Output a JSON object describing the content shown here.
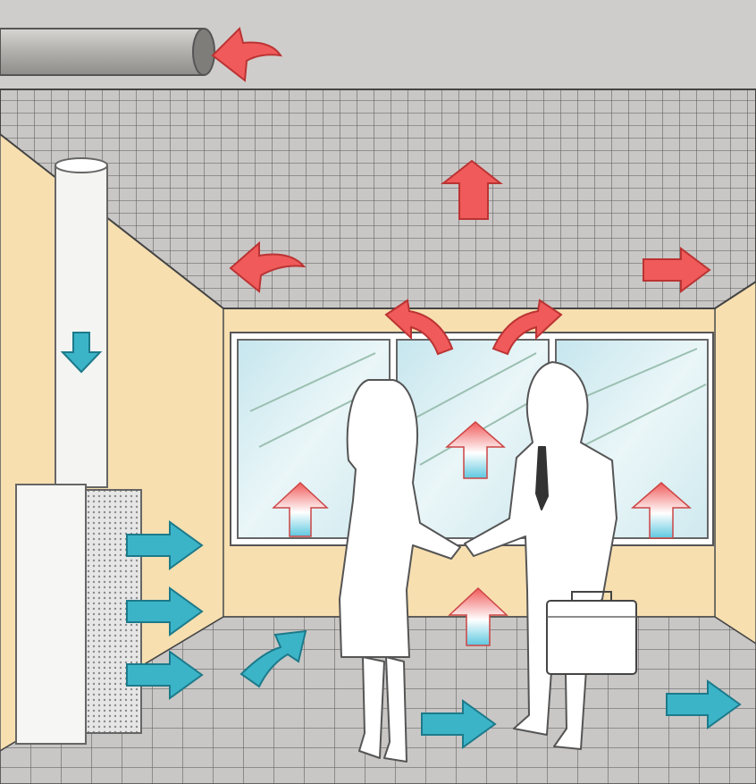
{
  "palette": {
    "wall": "#f7dfb0",
    "wall_shade": "#efd29c",
    "ceiling": "#c9c7c5",
    "ceiling_grid": "#5a5a5a",
    "floor": "#c9c7c5",
    "duct": "#b5b3b0",
    "window_glass": "#d6edf2",
    "warm_air": "#f05a5a",
    "cool_air": "#3cb4c8",
    "outline": "#333333"
  },
  "icons": {
    "warm_airflow": "arrow-red",
    "cool_airflow": "arrow-cyan",
    "rising_air": "gradient-up-arrow"
  }
}
